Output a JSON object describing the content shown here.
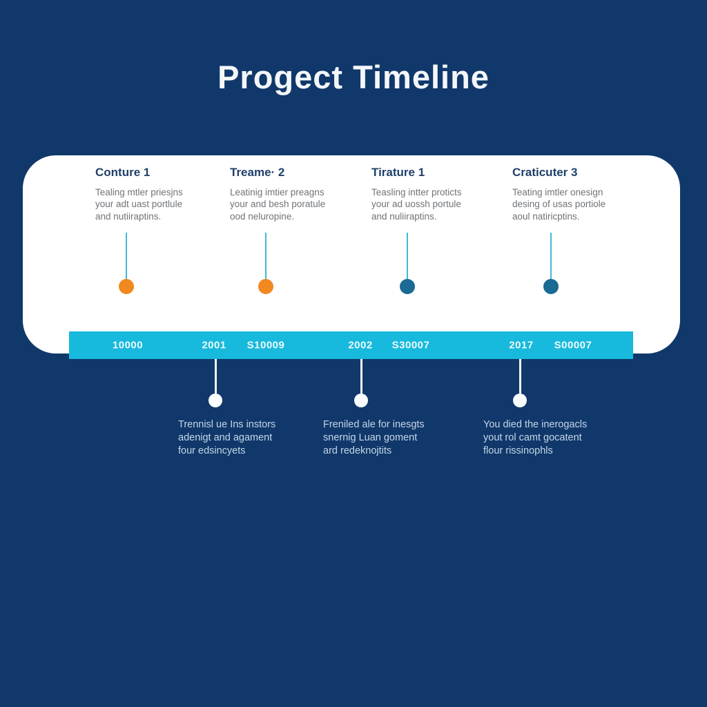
{
  "title": "Progect Timeline",
  "colors": {
    "background": "#11386a",
    "card": "#ffffff",
    "bar": "#17b9dc",
    "stem_top": "#3fb9d9",
    "orange_dot": "#f0891f",
    "blue_dot": "#1a6a93",
    "white_dot": "#fcfdfe",
    "heading_text": "#1f3f69",
    "body_text": "#6f7377",
    "note_text": "#c4d6ea",
    "title_text": "#f4f7fa"
  },
  "milestones": [
    {
      "title": "Conture 1",
      "description": "Tealing mtler priesjns\nyour adt uast portlule\nand nutiiraptins.",
      "dot_color": "#f0891f"
    },
    {
      "title": "Treame· 2",
      "description": "Leatinig imtier preagns\nyour and besh poratule\nood neluropine.",
      "dot_color": "#f0891f"
    },
    {
      "title": "Tirature 1",
      "description": "Teasling intter proticts\nyour ad uossh portule\nand nuliiraptins.",
      "dot_color": "#1a6a93"
    },
    {
      "title": "Craticuter 3",
      "description": "Teating imtler onesign\ndesing of usas portiole\naoul natiricptins.",
      "dot_color": "#1a6a93"
    }
  ],
  "timeline_bar": {
    "labels": [
      "10000",
      "2001",
      "S10009",
      "2002",
      "S30007",
      "2017",
      "S00007"
    ]
  },
  "notes": [
    {
      "text": "Trennisl ue Ins instors\nadenigt and agament\nfour edsincyets"
    },
    {
      "text": "Freniled ale for inesgts\nsnernig Luan goment\nard redeknojtits"
    },
    {
      "text": "You died the inerogacls\nyout rol camt gocatent\nflour rissinophls"
    }
  ]
}
